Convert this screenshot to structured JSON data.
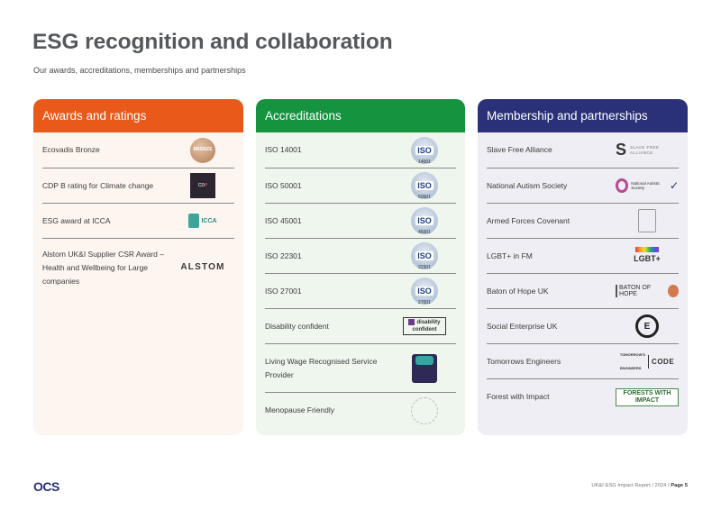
{
  "title": "ESG recognition and collaboration",
  "subtitle": "Our awards, accreditations, memberships and partnerships",
  "awards": {
    "header": "Awards and ratings",
    "items": [
      {
        "label": "Ecovadis Bronze",
        "logo_icon": "ecovadis-bronze-medal-icon",
        "logo_text": "BRONZE"
      },
      {
        "label": "CDP B rating for Climate change",
        "logo_icon": "cdp-logo-icon",
        "logo_text": ""
      },
      {
        "label": "ESG award at ICCA",
        "logo_icon": "icca-logo-icon",
        "logo_text": "ICCA"
      },
      {
        "label": "Alstom UK&I Supplier CSR Award – Health and Wellbeing for Large companies",
        "logo_icon": "alstom-logo-icon",
        "logo_text": "ALSTOM"
      }
    ]
  },
  "accreditations": {
    "header": "Accreditations",
    "items": [
      {
        "label": "ISO 14001",
        "logo_icon": "iso-14001-badge-icon",
        "iso": "ISO",
        "num": "14001"
      },
      {
        "label": "ISO 50001",
        "logo_icon": "iso-50001-badge-icon",
        "iso": "ISO",
        "num": "50001"
      },
      {
        "label": "ISO 45001",
        "logo_icon": "iso-45001-badge-icon",
        "iso": "ISO",
        "num": "45001"
      },
      {
        "label": "ISO 22301",
        "logo_icon": "iso-22301-badge-icon",
        "iso": "ISO",
        "num": "22301"
      },
      {
        "label": "ISO 27001",
        "logo_icon": "iso-27001-badge-icon",
        "iso": "ISO",
        "num": "27001"
      },
      {
        "label": "Disability confident",
        "logo_icon": "disability-confident-logo-icon",
        "logo_text": "disability confident"
      },
      {
        "label": "Living Wage Recognised Service Provider",
        "logo_icon": "living-wage-logo-icon",
        "logo_text": ""
      },
      {
        "label": "Menopause Friendly",
        "logo_icon": "menopause-friendly-logo-icon",
        "logo_text": ""
      }
    ]
  },
  "membership": {
    "header": "Membership and partnerships",
    "items": [
      {
        "label": "Slave Free Alliance",
        "logo_icon": "slave-free-alliance-logo-icon",
        "logo_text": "SLAVE FREE ALLIANCE"
      },
      {
        "label": "National Autism Society",
        "logo_icon": "national-autistic-society-logo-icon",
        "logo_text": "National Autistic Society"
      },
      {
        "label": "Armed Forces Covenant",
        "logo_icon": "armed-forces-covenant-logo-icon",
        "logo_text": ""
      },
      {
        "label": "LGBT+ in FM",
        "logo_icon": "lgbt-in-fm-logo-icon",
        "logo_text": "LGBT+"
      },
      {
        "label": "Baton of Hope UK",
        "logo_icon": "baton-of-hope-logo-icon",
        "logo_text": "BATON OF HOPE"
      },
      {
        "label": "Social Enterprise UK",
        "logo_icon": "social-enterprise-uk-logo-icon",
        "logo_text": "E"
      },
      {
        "label": "Tomorrows Engineers",
        "logo_icon": "tomorrows-engineers-logo-icon",
        "logo_text": "CODE"
      },
      {
        "label": "Forest with Impact",
        "logo_icon": "forests-with-impact-logo-icon",
        "logo_text": "FORESTS WITH IMPACT"
      }
    ]
  },
  "footer": {
    "logo": "OCS",
    "report": "UK&I ESG Impact Report / 2024 / ",
    "page": "Page 5"
  }
}
